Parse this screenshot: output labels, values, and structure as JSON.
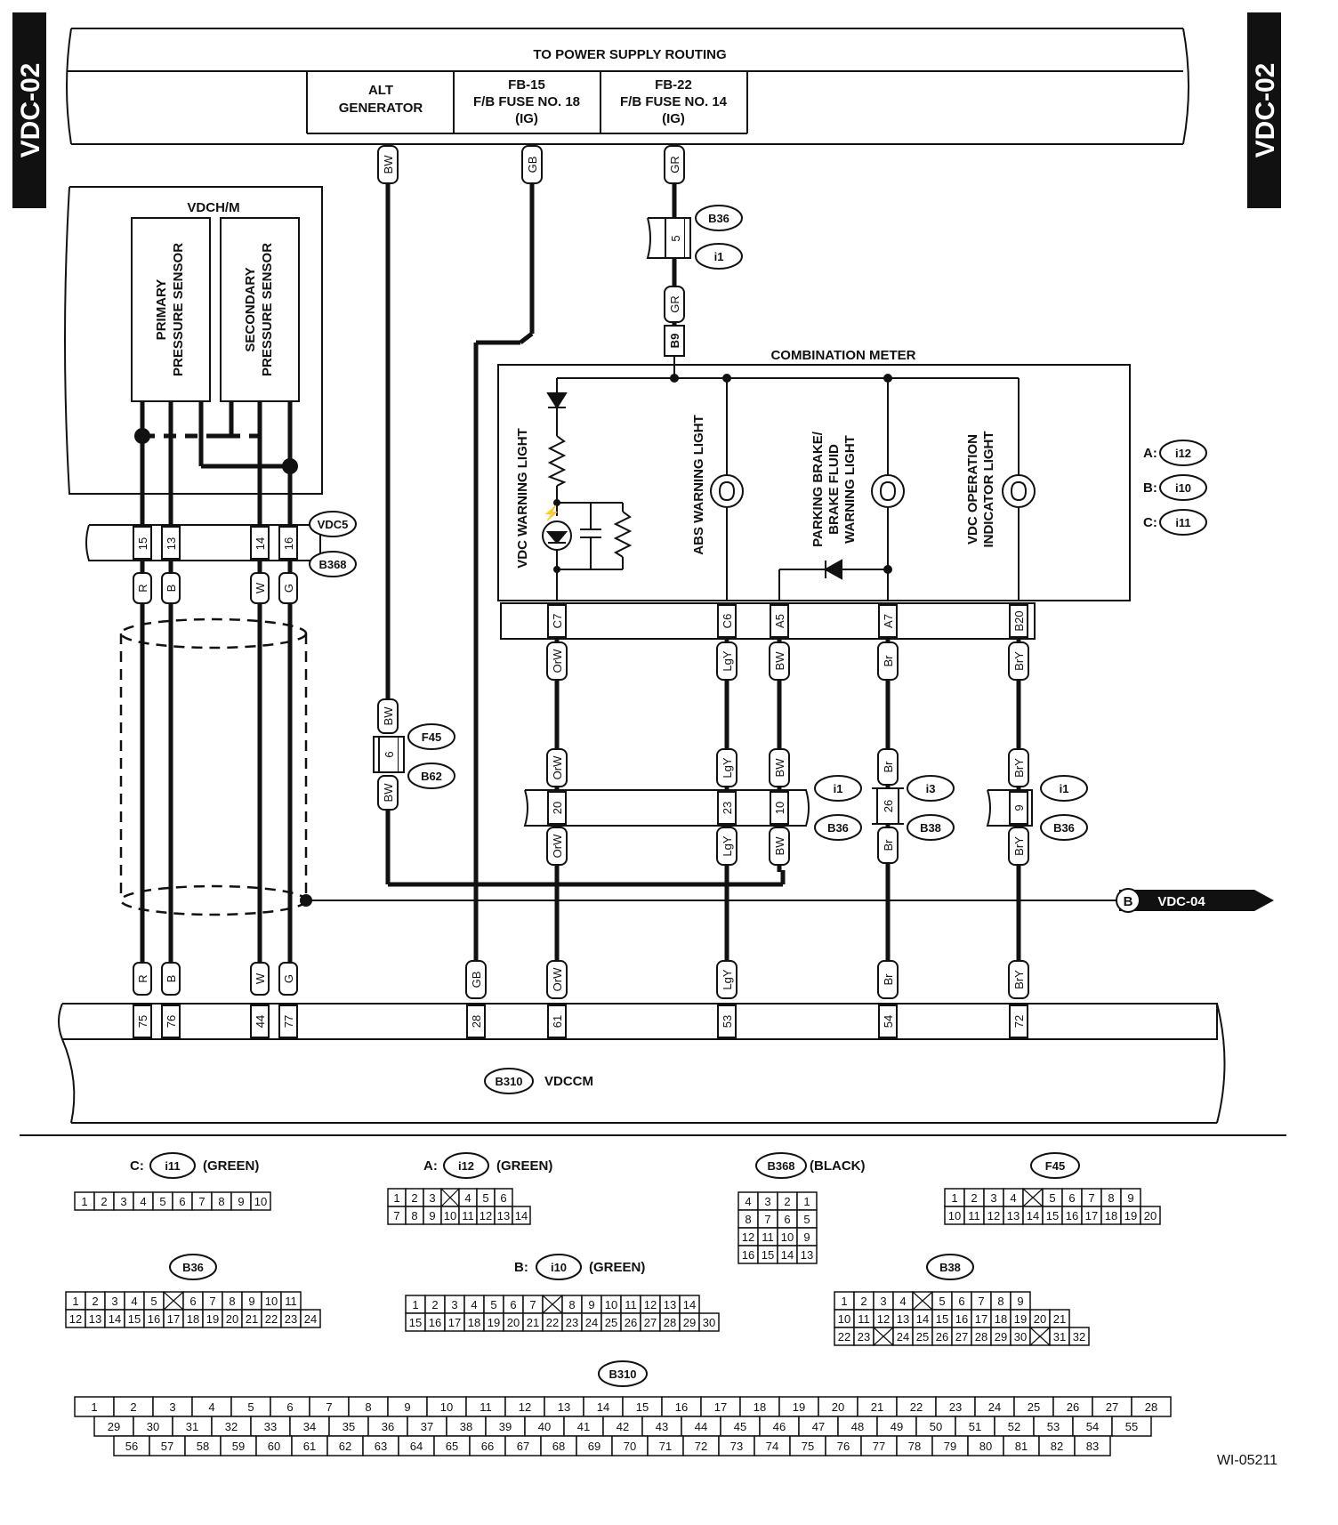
{
  "side_tabs": {
    "left": "VDC-02",
    "right": "VDC-02"
  },
  "header": {
    "title": "TO POWER SUPPLY ROUTING",
    "cells": [
      {
        "lines": [
          "ALT",
          "GENERATOR"
        ]
      },
      {
        "lines": [
          "FB-15",
          "F/B FUSE NO. 18",
          "(IG)"
        ]
      },
      {
        "lines": [
          "FB-22",
          "F/B FUSE NO. 14",
          "(IG)"
        ]
      }
    ]
  },
  "vdchm": {
    "title": "VDCH/M",
    "primary": [
      "PRIMARY",
      "PRESSURE SENSOR"
    ],
    "secondary": [
      "SECONDARY",
      "PRESSURE SENSOR"
    ]
  },
  "combination_meter": {
    "title": "COMBINATION METER",
    "lights": {
      "vdc_warning": [
        "VDC WARNING LIGHT"
      ],
      "abs_warning": [
        "ABS WARNING LIGHT"
      ],
      "parking": [
        "PARKING BRAKE/",
        "BRAKE FLUID",
        "WARNING LIGHT"
      ],
      "vdc_operation": [
        "VDC OPERATION",
        "INDICATOR LIGHT"
      ]
    },
    "connector_refs": [
      {
        "prefix": "A:",
        "code": "i12"
      },
      {
        "prefix": "B:",
        "code": "i10"
      },
      {
        "prefix": "C:",
        "code": "i11"
      }
    ],
    "terminals": [
      "C7",
      "C6",
      "A5",
      "A7",
      "B20"
    ]
  },
  "wires": {
    "R": "R",
    "B": "B",
    "W": "W",
    "G": "G",
    "BW": "BW",
    "GB": "GB",
    "GR": "GR",
    "OrW": "OrW",
    "LgY": "LgY",
    "Br": "Br",
    "BrY": "BrY"
  },
  "connectors": {
    "B36": "B36",
    "i1": "i1",
    "B9": "B9",
    "VDC5": "VDC5",
    "B368": "B368",
    "F45": "F45",
    "B62": "B62",
    "i3": "i3",
    "B38": "B38",
    "B310": "B310"
  },
  "pins": {
    "b36_top": "5",
    "vdc5": [
      "15",
      "13",
      "14",
      "16"
    ],
    "f45": "6",
    "i1_row": [
      "20",
      "23",
      "10"
    ],
    "i3": "26",
    "i1_right": "9",
    "vdccm": [
      "75",
      "76",
      "44",
      "77",
      "28",
      "61",
      "53",
      "54",
      "72"
    ]
  },
  "ref_b": {
    "letter": "B",
    "text": "VDC-04"
  },
  "vdccm": {
    "code": "B310",
    "name": "VDCCM"
  },
  "legend": {
    "i11": {
      "prefix": "C:",
      "code": "i11",
      "color": "(GREEN)",
      "row": [
        "1",
        "2",
        "3",
        "4",
        "5",
        "6",
        "7",
        "8",
        "9",
        "10"
      ]
    },
    "i12": {
      "prefix": "A:",
      "code": "i12",
      "color": "(GREEN)",
      "row1": [
        "1",
        "2",
        "3",
        "",
        "4",
        "5",
        "6"
      ],
      "row2": [
        "7",
        "8",
        "9",
        "10",
        "11",
        "12",
        "13",
        "14"
      ]
    },
    "b368": {
      "code": "B368",
      "color": "(BLACK)",
      "rows": [
        [
          "4",
          "3",
          "2",
          "1"
        ],
        [
          "8",
          "7",
          "6",
          "5"
        ],
        [
          "12",
          "11",
          "10",
          "9"
        ],
        [
          "16",
          "15",
          "14",
          "13"
        ]
      ]
    },
    "f45": {
      "code": "F45",
      "row1": [
        "1",
        "2",
        "3",
        "4",
        "",
        "5",
        "6",
        "7",
        "8",
        "9"
      ],
      "row2": [
        "10",
        "11",
        "12",
        "13",
        "14",
        "15",
        "16",
        "17",
        "18",
        "19",
        "20"
      ]
    },
    "b36": {
      "code": "B36",
      "row1": [
        "1",
        "2",
        "3",
        "4",
        "5",
        "",
        "6",
        "7",
        "8",
        "9",
        "10",
        "11"
      ],
      "row2": [
        "12",
        "13",
        "14",
        "15",
        "16",
        "17",
        "18",
        "19",
        "20",
        "21",
        "22",
        "23",
        "24"
      ]
    },
    "i10": {
      "prefix": "B:",
      "code": "i10",
      "color": "(GREEN)",
      "row1": [
        "1",
        "2",
        "3",
        "4",
        "5",
        "6",
        "7",
        "",
        "8",
        "9",
        "10",
        "11",
        "12",
        "13",
        "14"
      ],
      "row2": [
        "15",
        "16",
        "17",
        "18",
        "19",
        "20",
        "21",
        "22",
        "23",
        "24",
        "25",
        "26",
        "27",
        "28",
        "29",
        "30"
      ]
    },
    "b38": {
      "code": "B38",
      "row1": [
        "1",
        "2",
        "3",
        "4",
        "",
        "5",
        "6",
        "7",
        "8",
        "9"
      ],
      "row2": [
        "10",
        "11",
        "12",
        "13",
        "14",
        "15",
        "16",
        "17",
        "18",
        "19",
        "20",
        "21"
      ],
      "row3": [
        "22",
        "23",
        "",
        "24",
        "25",
        "26",
        "27",
        "28",
        "29",
        "30",
        "",
        "31",
        "32"
      ]
    },
    "b310": {
      "code": "B310",
      "row1": [
        "1",
        "2",
        "3",
        "4",
        "5",
        "6",
        "7",
        "8",
        "9",
        "10",
        "11",
        "12",
        "13",
        "14",
        "15",
        "16",
        "17",
        "18",
        "19",
        "20",
        "21",
        "22",
        "23",
        "24",
        "25",
        "26",
        "27",
        "28"
      ],
      "row2": [
        "29",
        "30",
        "31",
        "32",
        "33",
        "34",
        "35",
        "36",
        "37",
        "38",
        "39",
        "40",
        "41",
        "42",
        "43",
        "44",
        "45",
        "46",
        "47",
        "48",
        "49",
        "50",
        "51",
        "52",
        "53",
        "54",
        "55"
      ],
      "row3": [
        "56",
        "57",
        "58",
        "59",
        "60",
        "61",
        "62",
        "63",
        "64",
        "65",
        "66",
        "67",
        "68",
        "69",
        "70",
        "71",
        "72",
        "73",
        "74",
        "75",
        "76",
        "77",
        "78",
        "79",
        "80",
        "81",
        "82",
        "83"
      ]
    }
  },
  "figure_id": "WI-05211"
}
